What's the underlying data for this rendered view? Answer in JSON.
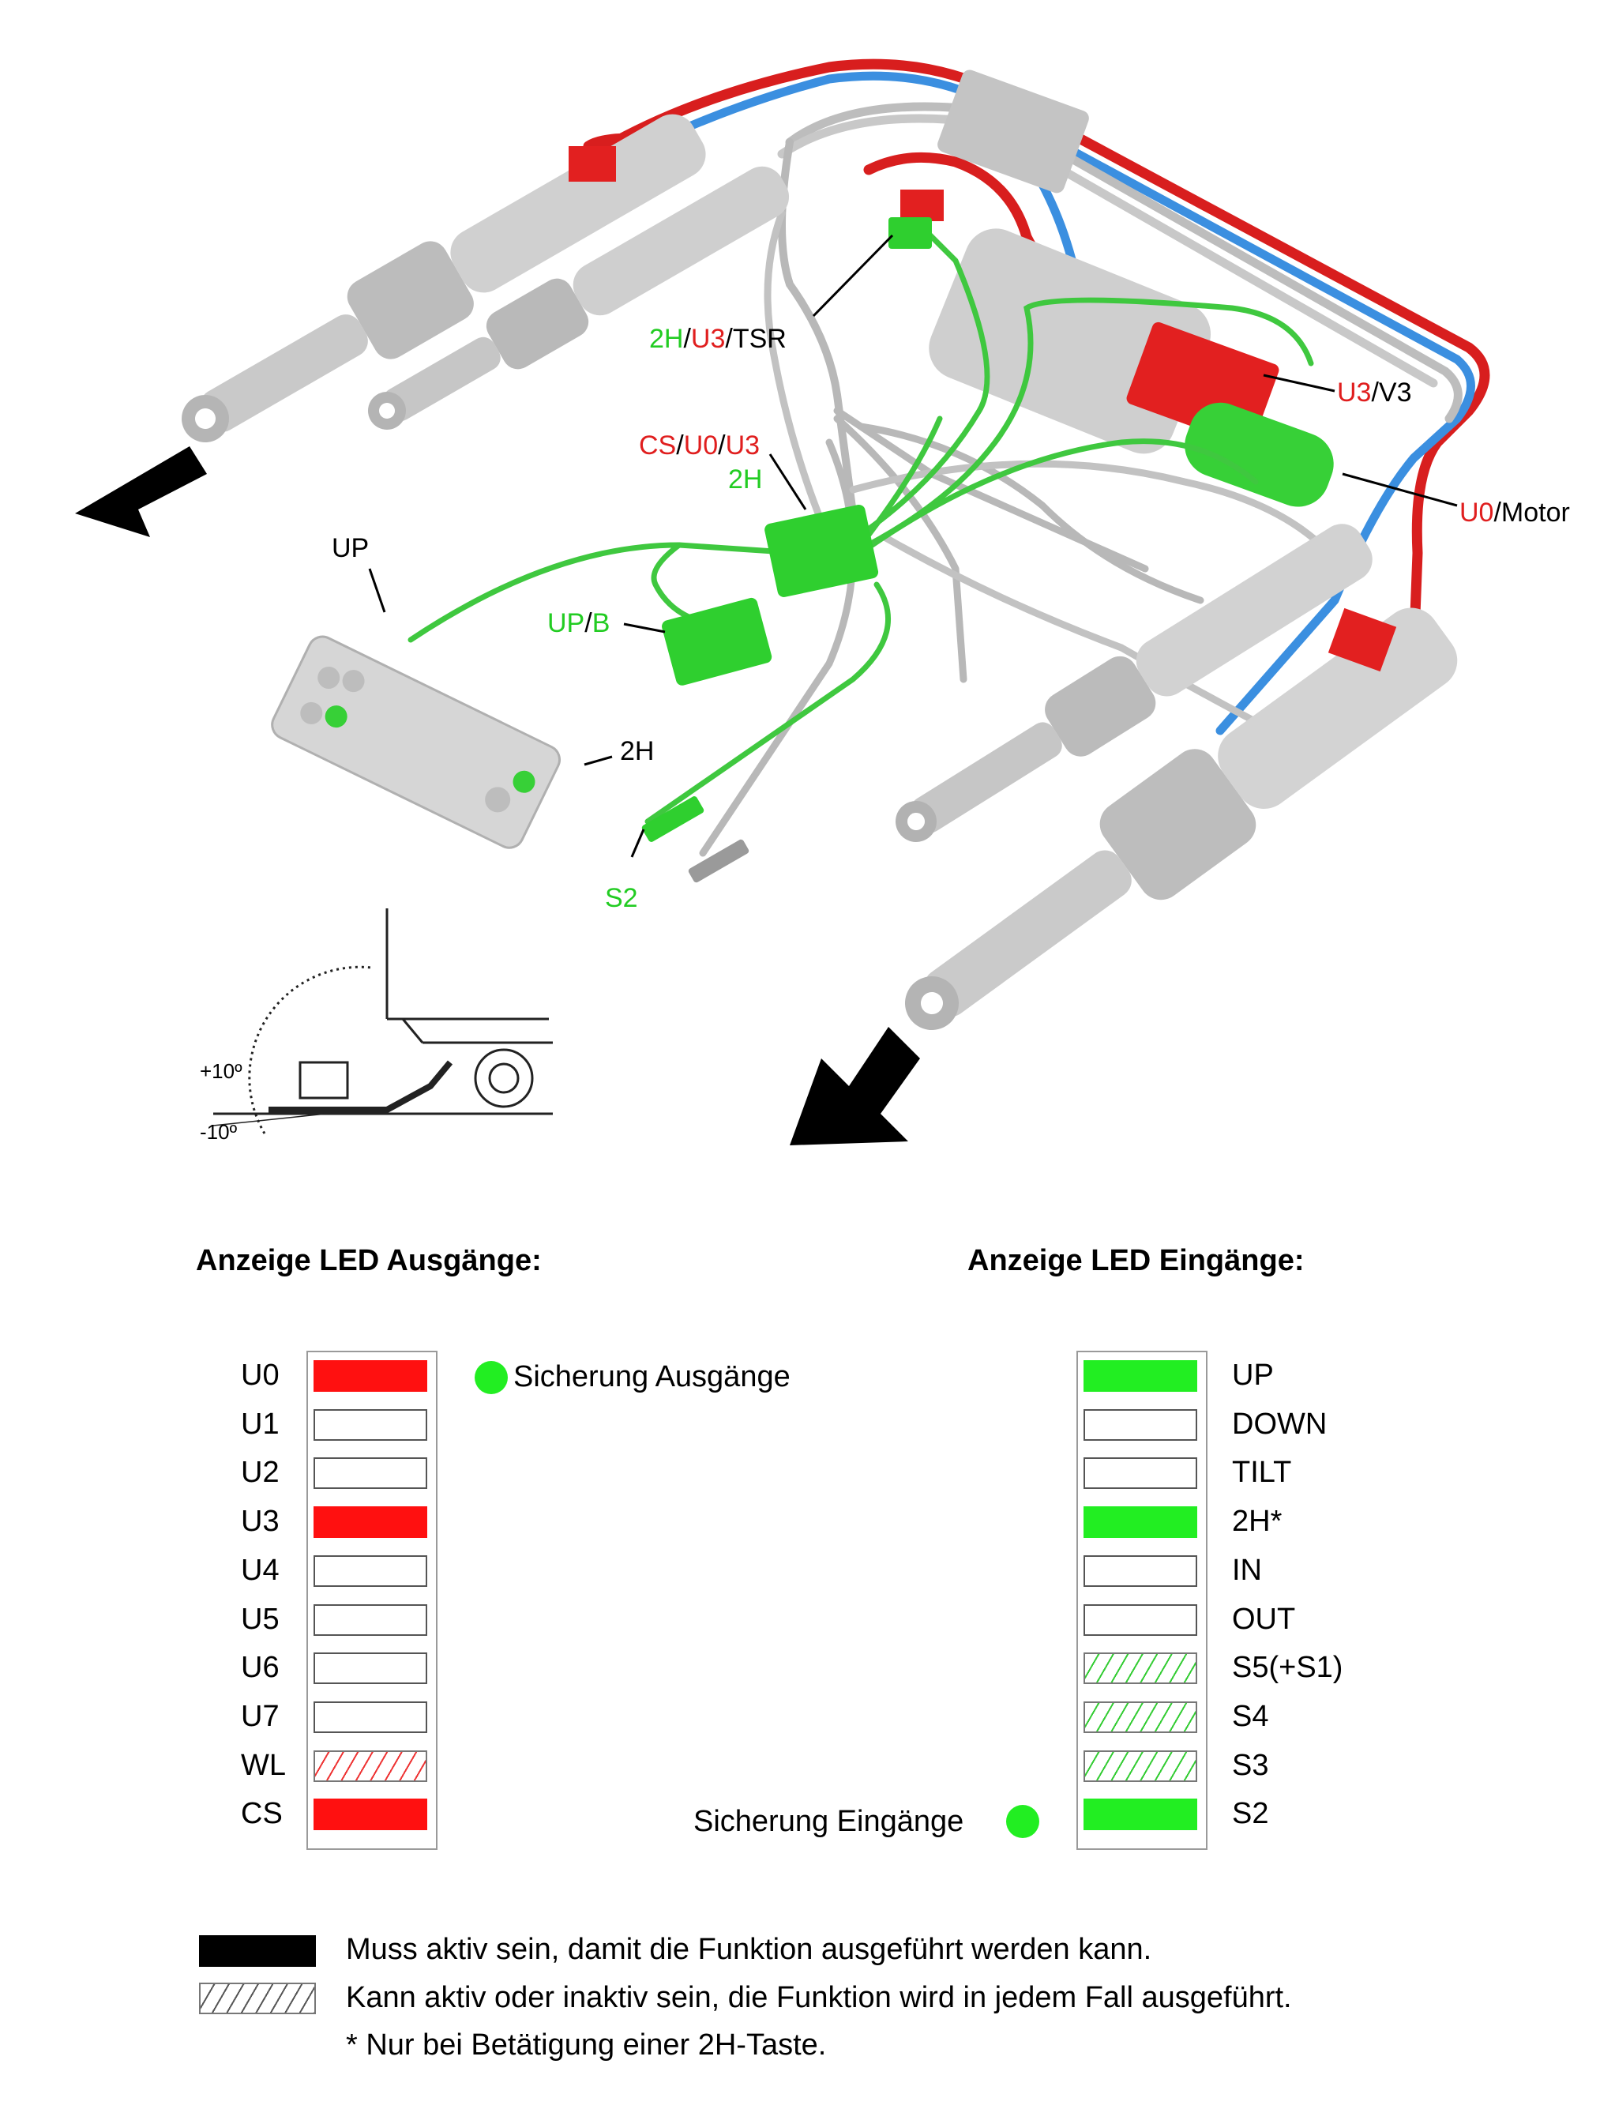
{
  "diagram": {
    "callouts": {
      "tsr": {
        "p1": "2H",
        "p2": "U3",
        "p3": "TSR"
      },
      "v3": {
        "p1": "U3",
        "p2": "V3"
      },
      "cs_u0_u3": {
        "p1": "CS",
        "p2": "U0",
        "p3": "U3"
      },
      "cs_2h": "2H",
      "motor": {
        "p1": "U0",
        "p2": "Motor"
      },
      "up": "UP",
      "up_b": {
        "p1": "UP",
        "p2": "B"
      },
      "remote_2h": "2H",
      "s2": "S2"
    },
    "angle": {
      "plus": "+10º",
      "minus": "-10º"
    }
  },
  "outputs": {
    "title": "Anzeige LED Ausgänge:",
    "rows": [
      {
        "label": "U0",
        "state": "red"
      },
      {
        "label": "U1",
        "state": "off"
      },
      {
        "label": "U2",
        "state": "off"
      },
      {
        "label": "U3",
        "state": "red"
      },
      {
        "label": "U4",
        "state": "off"
      },
      {
        "label": "U5",
        "state": "off"
      },
      {
        "label": "U6",
        "state": "off"
      },
      {
        "label": "U7",
        "state": "off"
      },
      {
        "label": "WL",
        "state": "hatch-red"
      },
      {
        "label": "CS",
        "state": "red"
      }
    ],
    "fuse_label": "Sicherung Ausgänge"
  },
  "inputs": {
    "title": "Anzeige LED Eingänge:",
    "rows": [
      {
        "label": "UP",
        "state": "green"
      },
      {
        "label": "DOWN",
        "state": "off"
      },
      {
        "label": "TILT",
        "state": "off"
      },
      {
        "label": "2H*",
        "state": "green"
      },
      {
        "label": "IN",
        "state": "off"
      },
      {
        "label": "OUT",
        "state": "off"
      },
      {
        "label": "S5(+S1)",
        "state": "hatch-green"
      },
      {
        "label": "S4",
        "state": "hatch-green"
      },
      {
        "label": "S3",
        "state": "hatch-green"
      },
      {
        "label": "S2",
        "state": "green"
      }
    ],
    "fuse_label": "Sicherung Eingänge"
  },
  "legend": {
    "active": "Muss aktiv sein, damit die Funktion ausgeführt werden kann.",
    "optional": "Kann aktiv oder inaktiv sein, die Funktion wird in jedem Fall ausgeführt.",
    "note": "* Nur bei Betätigung einer 2H-Taste."
  },
  "colors": {
    "red": "#ff1010",
    "green": "#22ee22",
    "hose_red": "#d81e1e",
    "hose_blue": "#3b8fe0",
    "cable_gray": "#b4b4b4",
    "cable_green": "#3fc83f"
  }
}
